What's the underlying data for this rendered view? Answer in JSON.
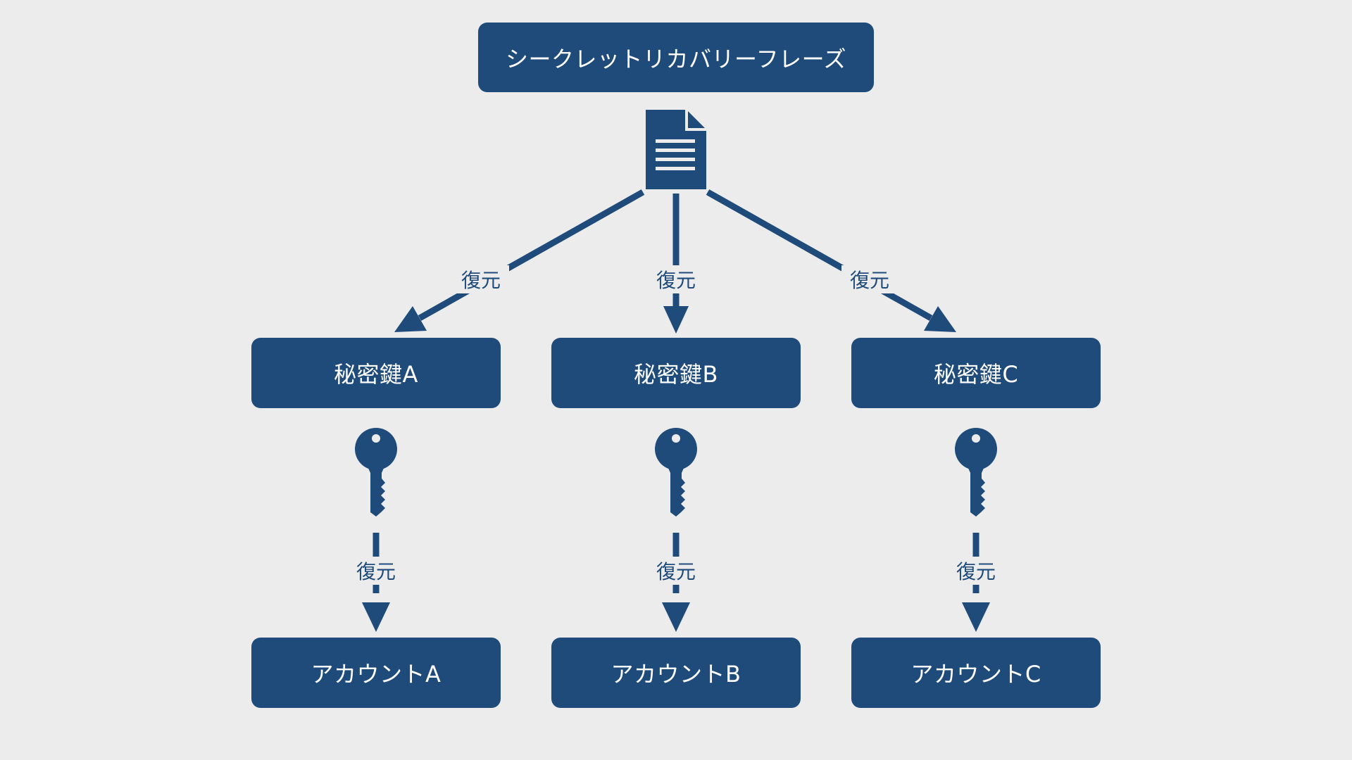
{
  "diagram": {
    "root": {
      "label": "シークレットリカバリーフレーズ",
      "icon": "document-icon"
    },
    "keys": [
      {
        "label": "秘密鍵A",
        "icon": "key-icon"
      },
      {
        "label": "秘密鍵B",
        "icon": "key-icon"
      },
      {
        "label": "秘密鍵C",
        "icon": "key-icon"
      }
    ],
    "accounts": [
      {
        "label": "アカウントA"
      },
      {
        "label": "アカウントB"
      },
      {
        "label": "アカウントC"
      }
    ],
    "edge_labels": {
      "root_to_key": [
        "復元",
        "復元",
        "復元"
      ],
      "key_to_account": [
        "復元",
        "復元",
        "復元"
      ]
    },
    "colors": {
      "background": "#ececec",
      "node": "#1f4b7b",
      "node_text": "#ffffff",
      "label_text": "#1f4b7b"
    }
  }
}
